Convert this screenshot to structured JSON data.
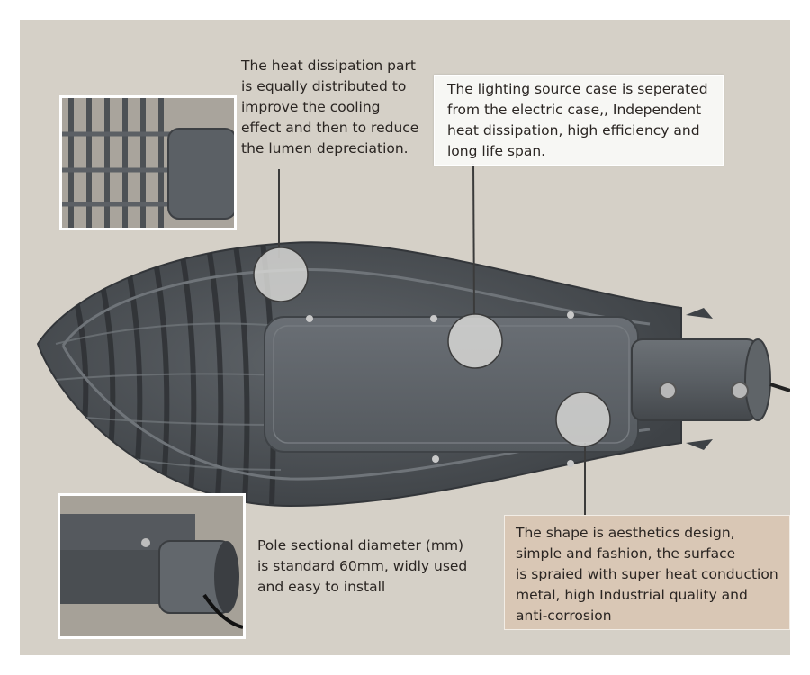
{
  "callouts": {
    "heat_dissipation": "The heat dissipation part\nis equally distributed to\nimprove the cooling\neffect and then to reduce\nthe lumen depreciation.",
    "lighting_source": "The lighting source case is seperated\nfrom the electric case,, Independent\nheat dissipation, high efficiency and\nlong life span.",
    "pole_diameter": "Pole sectional diameter (mm)\nis standard 60mm, widly used\nand easy to install",
    "shape": "The shape is aesthetics design,\nsimple and fashion, the surface\nis spraied with super heat conduction\nmetal, high Industrial quality and\nanti-corrosion"
  },
  "colors": {
    "background": "#d5d0c7",
    "lamp_body": "#4f5358",
    "callout_tan": "#d9c7b5",
    "callout_white": "#fafaf8"
  }
}
